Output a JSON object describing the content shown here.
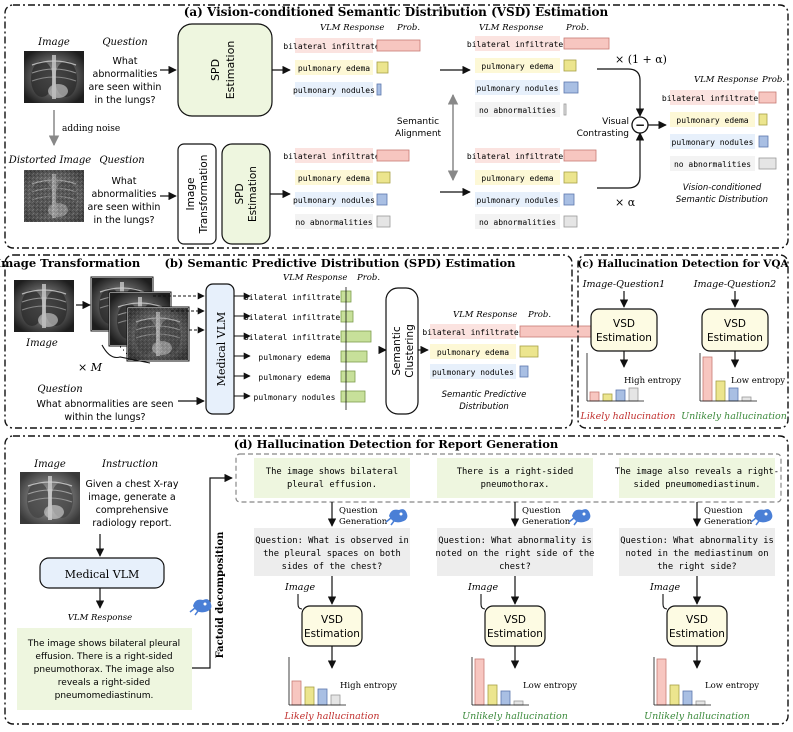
{
  "colors": {
    "pink": "#f7c6c0",
    "pink_stroke": "#c87a74",
    "yellow": "#ece58e",
    "yellow_stroke": "#a8a046",
    "blue": "#a9bfe3",
    "blue_stroke": "#5d78ad",
    "grey": "#e5e5e5",
    "grey_stroke": "#999999",
    "green_bar": "#c7e09a",
    "green_bar_stroke": "#7e9d4e",
    "green_box": "#eef6df",
    "blue_box": "#e7f0fb",
    "red_text": "#c0302e",
    "green_text": "#3c8a3c"
  },
  "section_a": {
    "title": "(a) Vision-conditioned Semantic Distribution (VSD) Estimation",
    "image_label": "Image",
    "question_label": "Question",
    "question_text": [
      "What",
      "abnormalities",
      "are seen within",
      "in the lungs?"
    ],
    "adding_noise": "adding noise",
    "distorted_label": "Distorted Image",
    "question_label2": "Question",
    "question_text2": [
      "What",
      "abnormalities",
      "are seen within",
      "in the lungs?"
    ],
    "spd_estimation": [
      "SPD",
      "Estimation"
    ],
    "image_transformation": [
      "Image",
      "Transformation"
    ],
    "vlm_response": "VLM Response",
    "prob": "Prob.",
    "responses_top": [
      "bilateral infiltrates",
      "pulmonary edema",
      "pulmonary nodules"
    ],
    "responses_four": [
      "bilateral infiltrates",
      "pulmonary edema",
      "pulmonary nodules",
      "no abnormalities"
    ],
    "semantic_alignment": [
      "Semantic",
      "Alignment"
    ],
    "factor_top": "× (1 + α)",
    "factor_bottom": "× α",
    "visual_contrasting": [
      "Visual",
      "Contrasting"
    ],
    "minus": "−",
    "result_caption": [
      "Vision-conditioned",
      "Semantic Distribution"
    ]
  },
  "section_b": {
    "image_transformation": "Image Transformation",
    "title": "(b) Semantic Predictive Distribution (SPD) Estimation",
    "image_label": "Image",
    "times_m": "× M",
    "question_label": "Question",
    "question_text": [
      "What abnormalities are seen",
      "within the lungs?"
    ],
    "medical_vlm": "Medical VLM",
    "vlm_response": "VLM Response",
    "prob": "Prob.",
    "responses": [
      "bilateral infiltrates",
      "bilateral infiltrates",
      "bilateral infiltrates",
      "pulmonary edema",
      "pulmonary edema",
      "pulmonary nodules"
    ],
    "semantic_clustering": [
      "Semantic",
      "Clustering"
    ],
    "vlm_response2": "VLM Response",
    "prob2": "Prob.",
    "cluster_responses": [
      "bilateral infiltrates",
      "pulmonary edema",
      "pulmonary nodules"
    ],
    "caption": [
      "Semantic Predictive",
      "Distribution"
    ]
  },
  "section_c": {
    "title": "(c) Hallucination Detection for VQA",
    "pair1": "Image-Question1",
    "pair2": "Image-Question2",
    "vsd": [
      "VSD",
      "Estimation"
    ],
    "high_entropy": "High entropy",
    "low_entropy": "Low entropy",
    "likely": "Likely hallucination",
    "unlikely": "Unlikely hallucination"
  },
  "section_d": {
    "title": "(d) Hallucination Detection for Report Generation",
    "image_label": "Image",
    "instruction_label": "Instruction",
    "instruction_text": [
      "Given a chest X-ray",
      "image, generate a",
      "comprehensive",
      "radiology report."
    ],
    "medical_vlm": "Medical VLM",
    "vlm_response": "VLM Response",
    "response_text": [
      "The image shows bilateral pleural",
      "effusion. There is a right-sided",
      "pneumothorax. The image also",
      "reveals a right-sided",
      "pneumomediastinum."
    ],
    "factoid": "Factoid decomposition",
    "facts": [
      [
        "The image shows bilateral",
        "pleural effusion."
      ],
      [
        "There is a right-sided",
        "pneumothorax."
      ],
      [
        "The image also reveals a right-",
        "sided pneumomediastinum."
      ]
    ],
    "question_generation": [
      "Question",
      "Generation"
    ],
    "questions": [
      [
        "Question: What is observed in",
        "the pleural spaces on both",
        "sides of the chest?"
      ],
      [
        "Question: What abnormality is",
        "noted on the right side of the",
        "chest?"
      ],
      [
        "Question: What abnormality is",
        "noted in the mediastinum on",
        "the right side?"
      ]
    ],
    "image_label_small": "Image",
    "vsd": [
      "VSD",
      "Estimation"
    ],
    "entropy": [
      "High entropy",
      "Low entropy",
      "Low entropy"
    ],
    "verdicts": [
      "Likely hallucination",
      "Unlikely hallucination",
      "Unlikely hallucination"
    ]
  }
}
